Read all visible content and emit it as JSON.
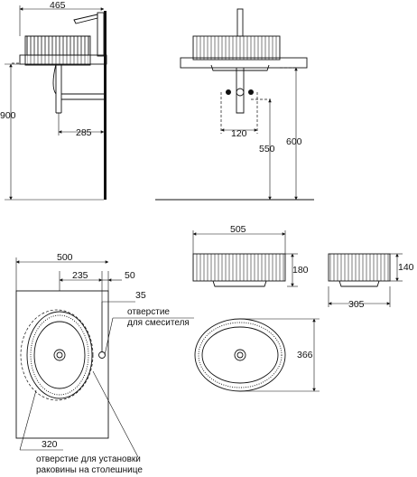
{
  "side_view": {
    "dim_width": "465",
    "dim_height": "900",
    "dim_trap": "285"
  },
  "front_view": {
    "dim_trap_width": "120",
    "dim_trap_height": "550",
    "dim_outlet_height": "600"
  },
  "top_view": {
    "dim_width": "500",
    "dim_center_offset": "235",
    "dim_edge_offset": "50",
    "dim_tap_hole": "35",
    "label_tap_hole": [
      "отверстие",
      "для смесителя"
    ],
    "dim_cutout": "320",
    "label_cutout": [
      "отверстие для установки",
      "раковины на столешнице"
    ]
  },
  "basin_large": {
    "dim_width": "505",
    "dim_height": "180",
    "dim_depth": "366"
  },
  "basin_small": {
    "dim_height": "140",
    "dim_width": "305"
  }
}
